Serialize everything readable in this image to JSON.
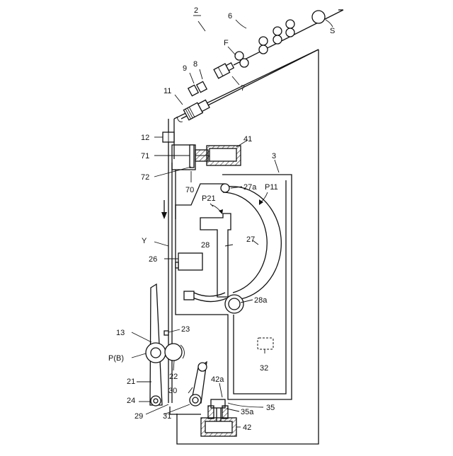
{
  "figure": {
    "labels": {
      "l2": "2",
      "l6": "6",
      "lS": "S",
      "lF": "F",
      "l9": "9",
      "l8": "8",
      "l7": "7",
      "l11": "11",
      "l12": "12",
      "l41": "41",
      "l71": "71",
      "l3": "3",
      "l72": "72",
      "l70": "70",
      "l27a": "27a",
      "lP11": "P11",
      "lP21": "P21",
      "l28": "28",
      "l27": "27",
      "lY": "Y",
      "l26": "26",
      "l28a": "28a",
      "l13": "13",
      "l23": "23",
      "lPB": "P(B)",
      "l22": "22",
      "l32": "32",
      "l21": "21",
      "l42a": "42a",
      "l30": "30",
      "l24": "24",
      "l35a": "35a",
      "l35": "35",
      "l29": "29",
      "l31": "31",
      "l42": "42"
    }
  }
}
